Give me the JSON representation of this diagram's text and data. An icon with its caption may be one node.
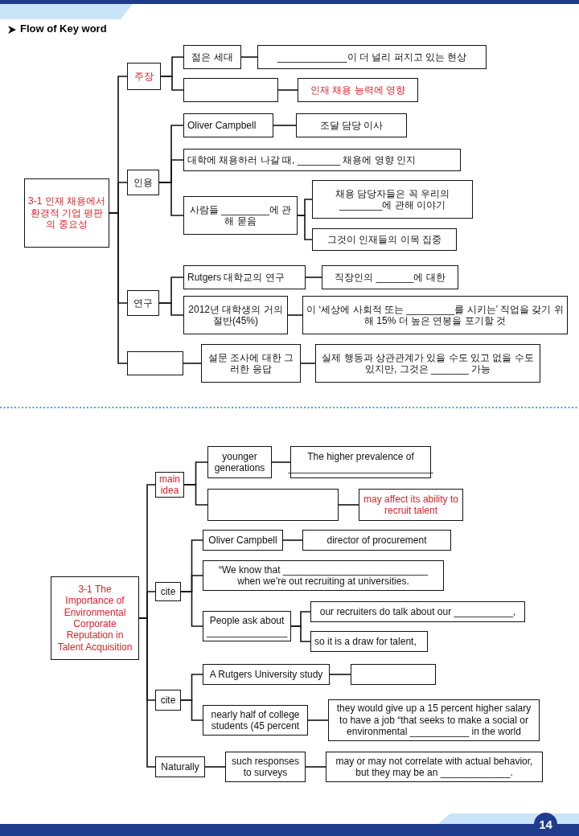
{
  "diagram": {
    "title": "Flow of Key word",
    "nodes": [
      {
        "text": [
          "3-1 인재 채용에서 환경적 기업 평판의 중요성"
        ]
      },
      {
        "text": [
          "주장"
        ]
      },
      {
        "text": [
          "젊은 세대"
        ]
      },
      {
        "text": [
          "_____________이 더 널리 퍼지고 있는 현상"
        ]
      },
      {
        "text": [],
        "shape": "box"
      },
      {
        "text": [
          "인재 채용 능력에 영향"
        ]
      },
      {
        "text": [
          "인용"
        ]
      },
      {
        "text": [
          "Oliver Campbell"
        ]
      },
      {
        "text": [
          "조달 담당 이사"
        ]
      },
      {
        "text": [
          "대학에 채용하러 나갈 때, ________ 채용에 영향 인지"
        ]
      },
      {
        "text": [
          "사람들 _________에 관해 묻음"
        ]
      },
      {
        "text": [
          "채용 담당자들은 꼭 우리의 ________에 관해 이야기"
        ]
      },
      {
        "text": [
          "그것이 인재들의 이목 집중"
        ]
      },
      {
        "text": [
          "연구"
        ]
      },
      {
        "text": [
          "Rutgers 대학교의 연구"
        ]
      },
      {
        "text": [
          "직장인의 _______에 대한"
        ]
      },
      {
        "text": [
          "2012년 대학생의 거의 절반(45%)"
        ]
      },
      {
        "text": [
          "이 ‘세상에 사회적 또는 _________를 시키는’ 직업을 갖기 위해 15% 더 높은 연봉을 포기할 것"
        ]
      },
      {
        "text": [],
        "shape": "box"
      },
      {
        "text": [
          "설문 조사에 대한 그러한 응답"
        ]
      },
      {
        "text": [
          "실제 행동과 상관관계가 있을 수도 있고 없을 수도 있지만, 그것은 _______ 가능"
        ]
      },
      {
        "text": [
          "3-1 The Importance of Environmental Corporate Reputation in Talent Acquisition"
        ]
      },
      {
        "text": [
          "main idea"
        ]
      },
      {
        "text": [
          "younger generations"
        ]
      },
      {
        "text": [
          "The higher prevalence of ___________________________"
        ]
      },
      {
        "text": [],
        "shape": "box"
      },
      {
        "text": [
          "may affect its ability to recruit talent"
        ]
      },
      {
        "text": [
          "cite"
        ]
      },
      {
        "text": [
          "Oliver Campbell"
        ]
      },
      {
        "text": [
          "director of procurement"
        ]
      },
      {
        "text": [
          "“We know that ___________________________ when we’re out recruiting at universities."
        ]
      },
      {
        "text": [
          "People ask about _______________"
        ]
      },
      {
        "text": [
          "our recruiters do talk about our ___________,"
        ]
      },
      {
        "text": [
          "so it is a draw for talent,"
        ]
      },
      {
        "text": [
          "cite"
        ]
      },
      {
        "text": [
          "A Rutgers University study"
        ]
      },
      {
        "text": [],
        "shape": "box"
      },
      {
        "text": [
          "nearly half of college students (45 percent"
        ]
      },
      {
        "text": [
          "they would give up a 15 percent higher salary to have a job “that seeks to make a social or environmental ___________ in the world"
        ]
      },
      {
        "text": [
          "Naturally"
        ]
      },
      {
        "text": [
          "such responses to surveys"
        ]
      },
      {
        "text": [
          "may or may not correlate with actual behavior, but they may be an _____________."
        ]
      }
    ],
    "edges": [
      {
        "from": 0,
        "to": 1,
        "arrow": "none"
      },
      {
        "from": 0,
        "to": 6,
        "arrow": "none"
      },
      {
        "from": 0,
        "to": 13,
        "arrow": "none"
      },
      {
        "from": 0,
        "to": 18,
        "arrow": "none"
      },
      {
        "from": 1,
        "to": 2,
        "arrow": "none"
      },
      {
        "from": 1,
        "to": 4,
        "arrow": "none"
      },
      {
        "from": 2,
        "to": 3,
        "arrow": "none"
      },
      {
        "from": 4,
        "to": 5,
        "arrow": "none"
      },
      {
        "from": 6,
        "to": 7,
        "arrow": "none"
      },
      {
        "from": 6,
        "to": 9,
        "arrow": "none"
      },
      {
        "from": 6,
        "to": 10,
        "arrow": "none"
      },
      {
        "from": 7,
        "to": 8,
        "arrow": "none"
      },
      {
        "from": 10,
        "to": 11,
        "arrow": "none"
      },
      {
        "from": 10,
        "to": 12,
        "arrow": "none"
      },
      {
        "from": 13,
        "to": 14,
        "arrow": "none"
      },
      {
        "from": 13,
        "to": 16,
        "arrow": "none"
      },
      {
        "from": 14,
        "to": 15,
        "arrow": "none"
      },
      {
        "from": 16,
        "to": 17,
        "arrow": "none"
      },
      {
        "from": 18,
        "to": 19,
        "arrow": "none"
      },
      {
        "from": 19,
        "to": 20,
        "arrow": "none"
      },
      {
        "from": 21,
        "to": 22,
        "arrow": "none"
      },
      {
        "from": 21,
        "to": 27,
        "arrow": "none"
      },
      {
        "from": 21,
        "to": 34,
        "arrow": "none"
      },
      {
        "from": 21,
        "to": 39,
        "arrow": "none"
      },
      {
        "from": 22,
        "to": 23,
        "arrow": "none"
      },
      {
        "from": 22,
        "to": 25,
        "arrow": "none"
      },
      {
        "from": 23,
        "to": 24,
        "arrow": "none"
      },
      {
        "from": 25,
        "to": 26,
        "arrow": "none"
      },
      {
        "from": 27,
        "to": 28,
        "arrow": "none"
      },
      {
        "from": 27,
        "to": 30,
        "arrow": "none"
      },
      {
        "from": 27,
        "to": 31,
        "arrow": "none"
      },
      {
        "from": 28,
        "to": 29,
        "arrow": "none"
      },
      {
        "from": 31,
        "to": 32,
        "arrow": "none"
      },
      {
        "from": 31,
        "to": 33,
        "arrow": "none"
      },
      {
        "from": 34,
        "to": 35,
        "arrow": "none"
      },
      {
        "from": 34,
        "to": 37,
        "arrow": "none"
      },
      {
        "from": 35,
        "to": 36,
        "arrow": "none"
      },
      {
        "from": 37,
        "to": 38,
        "arrow": "none"
      },
      {
        "from": 39,
        "to": 40,
        "arrow": "none"
      },
      {
        "from": 40,
        "to": 41,
        "arrow": "none"
      }
    ],
    "labels": [
      "14"
    ]
  }
}
